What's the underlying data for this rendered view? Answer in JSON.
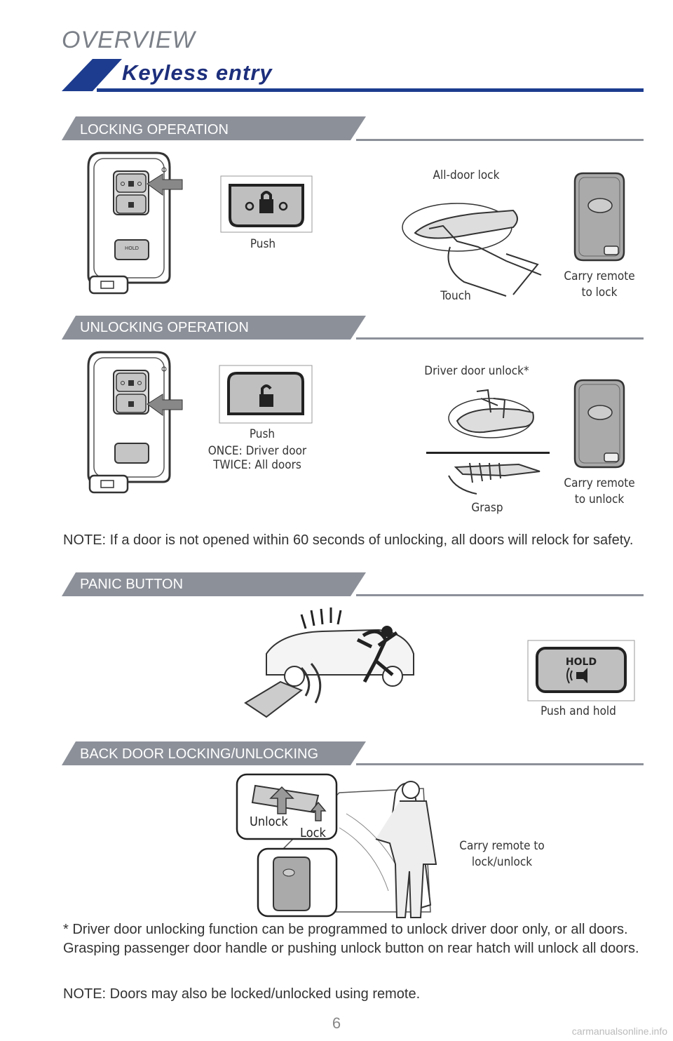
{
  "header": {
    "overview": "OVERVIEW",
    "title": "Keyless entry",
    "accent_color": "#1d3c8f"
  },
  "locking": {
    "heading": "LOCKING OPERATION",
    "push": "Push",
    "all_door_lock": "All-door lock",
    "touch": "Touch",
    "carry_remote_line1": "Carry remote",
    "carry_remote_line2": "to lock"
  },
  "unlocking": {
    "heading": "UNLOCKING OPERATION",
    "push": "Push",
    "once": "ONCE: Driver door",
    "twice": "TWICE: All doors",
    "driver_door_unlock": "Driver door unlock*",
    "grasp": "Grasp",
    "carry_remote_line1": "Carry remote",
    "carry_remote_line2": "to unlock"
  },
  "note1": "NOTE: If a door is not opened within 60 seconds of unlocking, all doors will relock for safety.",
  "panic": {
    "heading": "PANIC BUTTON",
    "hold_label": "HOLD",
    "push_and_hold": "Push and hold"
  },
  "backdoor": {
    "heading": "BACK DOOR LOCKING/UNLOCKING",
    "unlock": "Unlock",
    "lock": "Lock",
    "carry_remote_line1": "Carry remote to",
    "carry_remote_line2": "lock/unlock"
  },
  "footnote": "* Driver door unlocking function can be programmed to unlock driver door only, or all doors. Grasping passenger door handle or pushing unlock button on rear hatch will unlock all doors.",
  "note2": "NOTE: Doors may also be locked/unlocked using remote.",
  "page_number": "6",
  "watermark": "carmanualsonline.info",
  "fob_hold_label": "HOLD"
}
